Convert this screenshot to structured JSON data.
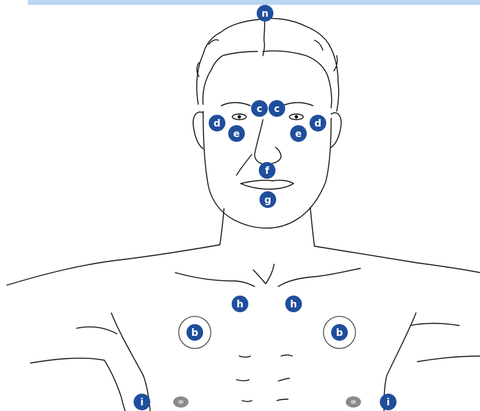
{
  "colors": {
    "top_band": "#b9d6f2",
    "marker_fill": "#1f4e9c",
    "marker_text": "#ffffff",
    "ring_stroke": "#4a4a4a",
    "line": "#111111",
    "nipple": "#8a8a8a"
  },
  "markers": {
    "n": "n",
    "c_left": "c",
    "c_right": "c",
    "d_left": "d",
    "d_right": "d",
    "e_left": "e",
    "e_right": "e",
    "f": "f",
    "g": "g",
    "h_left": "h",
    "h_right": "h",
    "b_left": "b",
    "b_right": "b",
    "i_left": "i",
    "i_right": "i"
  }
}
